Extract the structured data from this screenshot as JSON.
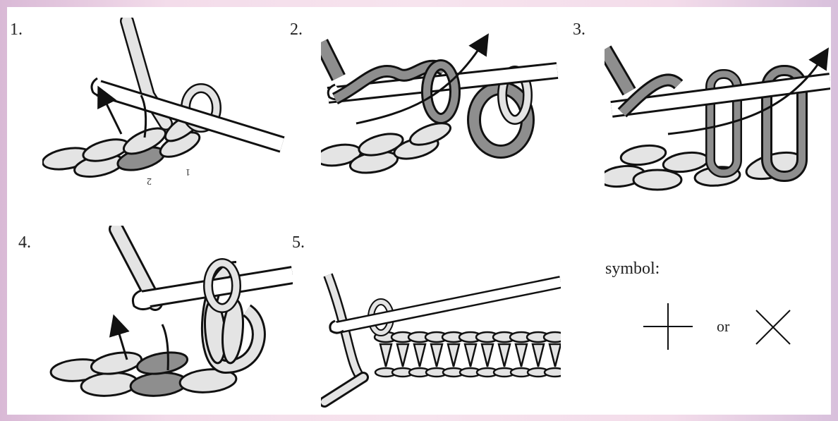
{
  "steps": [
    {
      "label": "1."
    },
    {
      "label": "2."
    },
    {
      "label": "3."
    },
    {
      "label": "4."
    },
    {
      "label": "5."
    }
  ],
  "panel1_marks": {
    "one": "1",
    "two": "2"
  },
  "legend": {
    "symbol_label": "symbol:",
    "or_text": "or",
    "symbol_a": "plus-symbol",
    "symbol_b": "cross-symbol"
  },
  "colors": {
    "light_yarn": "#e4e4e4",
    "dark_yarn": "#8e8e8e",
    "outline": "#111111",
    "arrow": "#111111"
  }
}
